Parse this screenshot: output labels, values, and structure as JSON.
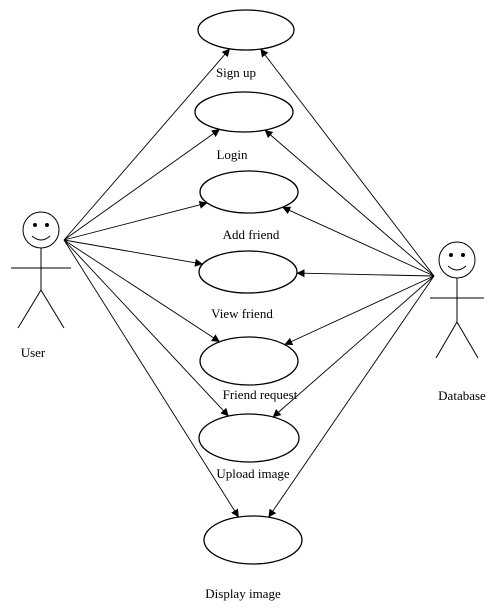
{
  "actors": {
    "user": {
      "label": "User"
    },
    "database": {
      "label": "Database"
    }
  },
  "use_cases": [
    {
      "id": "sign-up",
      "label": "Sign up"
    },
    {
      "id": "login",
      "label": "Login"
    },
    {
      "id": "add-friend",
      "label": "Add friend"
    },
    {
      "id": "view-friend",
      "label": "View friend"
    },
    {
      "id": "friend-request",
      "label": "Friend request"
    },
    {
      "id": "upload-image",
      "label": "Upload image"
    },
    {
      "id": "display-image",
      "label": "Display image"
    }
  ],
  "connections": [
    {
      "from": "user",
      "to": "sign-up"
    },
    {
      "from": "user",
      "to": "login"
    },
    {
      "from": "user",
      "to": "add-friend"
    },
    {
      "from": "user",
      "to": "view-friend"
    },
    {
      "from": "user",
      "to": "friend-request"
    },
    {
      "from": "user",
      "to": "upload-image"
    },
    {
      "from": "user",
      "to": "display-image"
    },
    {
      "from": "database",
      "to": "sign-up"
    },
    {
      "from": "database",
      "to": "login"
    },
    {
      "from": "database",
      "to": "add-friend"
    },
    {
      "from": "database",
      "to": "view-friend"
    },
    {
      "from": "database",
      "to": "friend-request"
    },
    {
      "from": "database",
      "to": "upload-image"
    },
    {
      "from": "database",
      "to": "display-image"
    }
  ]
}
